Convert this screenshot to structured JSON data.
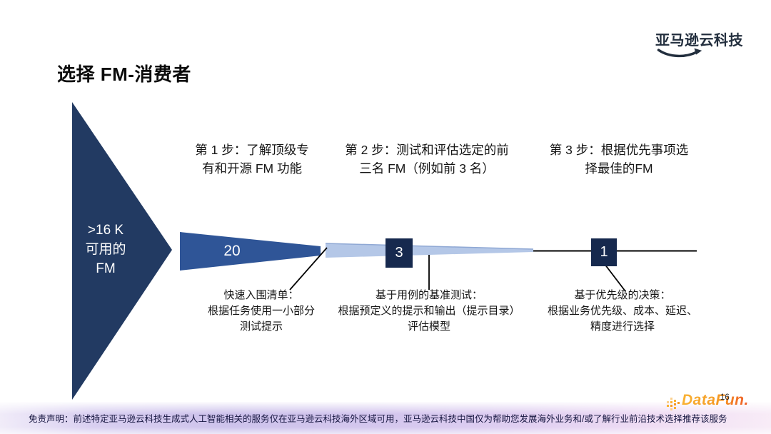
{
  "slide": {
    "title": "选择 FM-消费者",
    "brand_logo_text": "亚马逊云科技",
    "page_number": "16"
  },
  "funnel": {
    "source_label": {
      "lines": [
        ">16 K",
        "可用的",
        "FM"
      ]
    },
    "stages": [
      {
        "value": "20"
      },
      {
        "value": "3"
      },
      {
        "value": "1"
      }
    ]
  },
  "steps": [
    {
      "line1": "第 1 步：了解顶级专",
      "line2": "有和开源 FM 功能"
    },
    {
      "line1": "第 2 步：测试和评估选定的前",
      "line2": "三名 FM（例如前 3 名）"
    },
    {
      "line1": "第 3 步：根据优先事项选",
      "line2": "择最佳的FM"
    }
  ],
  "annotations": [
    {
      "line1": "快速入围清单：",
      "line2": "根据任务使用一小部分",
      "line3": "测试提示"
    },
    {
      "line1": "基于用例的基准测试：",
      "line2": "根据预定义的提示和输出（提示目录）",
      "line3": "评估模型"
    },
    {
      "line1": "基于优先级的决策：",
      "line2": "根据业务优先级、成本、延迟、",
      "line3": "精度进行选择"
    }
  ],
  "footer": {
    "disclaimer": "免责声明：前述特定亚马逊云科技生成式人工智能相关的服务仅在亚马逊云科技海外区域可用，亚马逊云科技中国仅为帮助您发展海外业务和/或了解行业前沿技术选择推荐该服务",
    "datafun_label": "DataFun."
  },
  "colors": {
    "funnel_dark_navy": "#223a62",
    "funnel_medium_blue": "#2f5597",
    "funnel_light_blue": "#b4c7e7",
    "value_box_navy": "#16294e",
    "aws_logo_navy": "#232f3e",
    "datafun_orange": "#f59a23",
    "footer_lavender": "#c7bbe9"
  }
}
